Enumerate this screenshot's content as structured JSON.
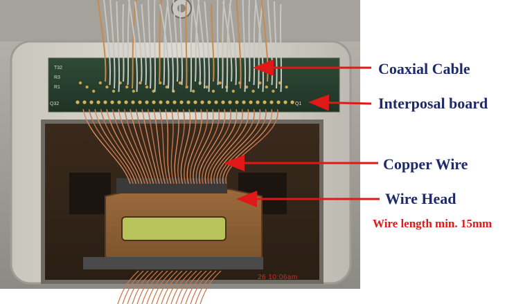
{
  "photo": {
    "timestamp": "26 10:06am",
    "board_marks": [
      "T32",
      "R3",
      "R1",
      "Q32",
      "Q1"
    ]
  },
  "callouts": [
    {
      "id": "coaxial",
      "label": "Coaxial Cable"
    },
    {
      "id": "interposal",
      "label": "Interposal board"
    },
    {
      "id": "copper",
      "label": "Copper Wire"
    },
    {
      "id": "head",
      "label": "Wire Head"
    }
  ],
  "note": {
    "text": "Wire length min. 15mm",
    "color": "#e01818"
  },
  "colors": {
    "label": "#1f2a6b",
    "arrow": "#e01818"
  }
}
